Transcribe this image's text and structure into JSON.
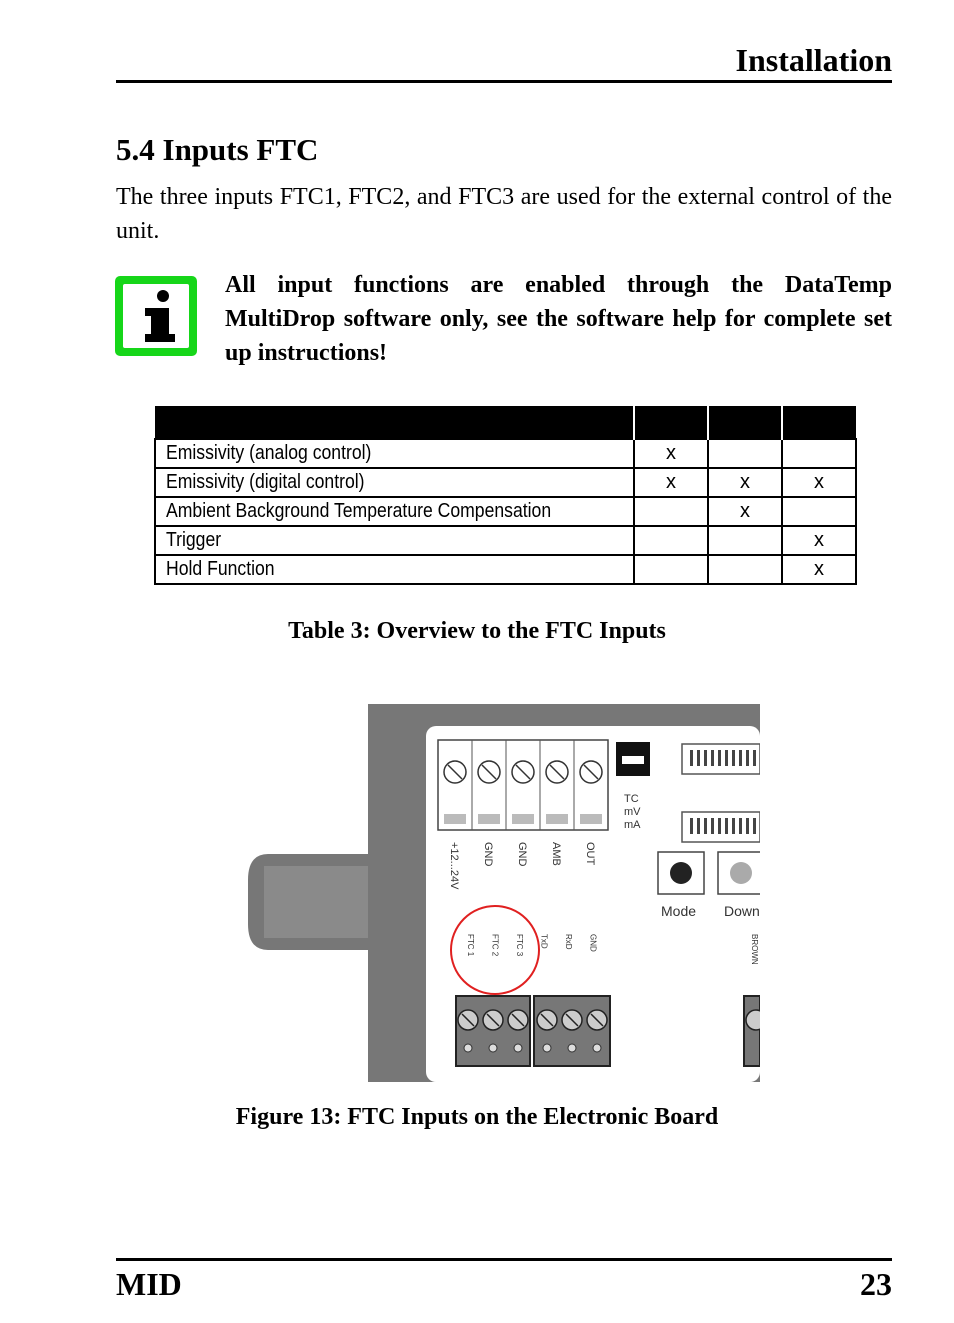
{
  "header": {
    "title": "Installation"
  },
  "section": {
    "title": "5.4 Inputs FTC",
    "intro": "The three inputs FTC1, FTC2, and FTC3 are used for the external control of the unit."
  },
  "note": {
    "icon": "info-icon",
    "text": "All input functions are enabled through the DataTemp MultiDrop software only, see the software help for complete set up instructions!"
  },
  "table": {
    "rows": [
      {
        "label": "Emissivity (analog control)",
        "ftc1": "x",
        "ftc2": "",
        "ftc3": ""
      },
      {
        "label": "Emissivity (digital control)",
        "ftc1": "x",
        "ftc2": "x",
        "ftc3": "x"
      },
      {
        "label": "Ambient Background Temperature Compensation",
        "ftc1": "",
        "ftc2": "x",
        "ftc3": ""
      },
      {
        "label": "Trigger",
        "ftc1": "",
        "ftc2": "",
        "ftc3": "x"
      },
      {
        "label": "Hold Function",
        "ftc1": "",
        "ftc2": "",
        "ftc3": "x"
      }
    ],
    "caption": "Table 3: Overview to the FTC Inputs"
  },
  "figure": {
    "top_terminals": [
      "+12...24V",
      "GND",
      "GND",
      "AMB",
      "OUT"
    ],
    "switch_labels": [
      "TC",
      "mV",
      "mA"
    ],
    "buttons": [
      "Mode",
      "Down"
    ],
    "bottom_terminals": [
      "FTC 1",
      "FTC 2",
      "FTC 3",
      "TxD",
      "RxD",
      "GND"
    ],
    "right_label": "BROWN",
    "highlight_color": "#e02020",
    "caption": "Figure 13: FTC Inputs on the Electronic Board"
  },
  "footer": {
    "left": "MID",
    "right": "23"
  }
}
